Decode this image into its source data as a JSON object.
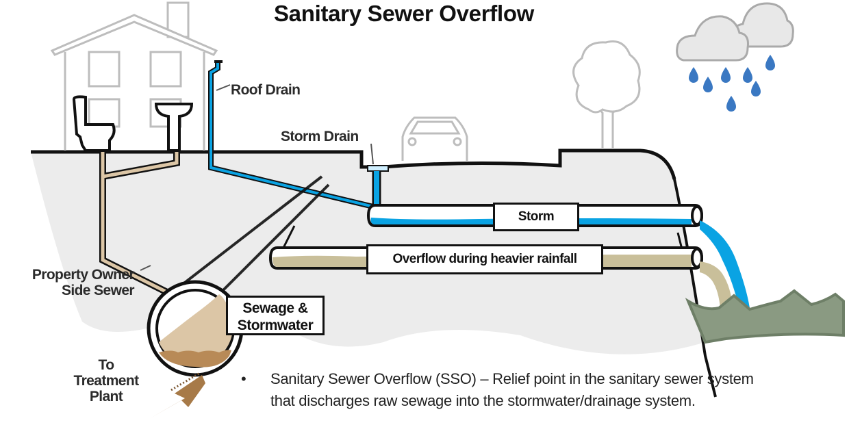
{
  "title": "Sanitary Sewer Overflow",
  "labels": {
    "roof_drain": "Roof Drain",
    "storm_drain": "Storm Drain",
    "property_owner_line1": "Property Owner",
    "property_owner_line2": "Side Sewer",
    "to_treatment_line1": "To",
    "to_treatment_line2": "Treatment",
    "to_treatment_line3": "Plant",
    "sewage_line1": "Sewage &",
    "sewage_line2": "Stormwater",
    "storm_pipe": "Storm",
    "overflow_pipe": "Overflow during heavier rainfall"
  },
  "caption": {
    "bullet": "•",
    "line1": "Sanitary Sewer Overflow (SSO) – Relief point in the sanitary sewer system",
    "line2": "that discharges raw sewage into the stormwater/drainage system."
  },
  "colors": {
    "storm_water": "#0aa3e3",
    "sewage": "#c9bf9a",
    "sewage_pipe": "#dcc6a6",
    "ground": "#ececec",
    "receiving_water": "#8a9a82",
    "rain": "#3a78c2"
  }
}
